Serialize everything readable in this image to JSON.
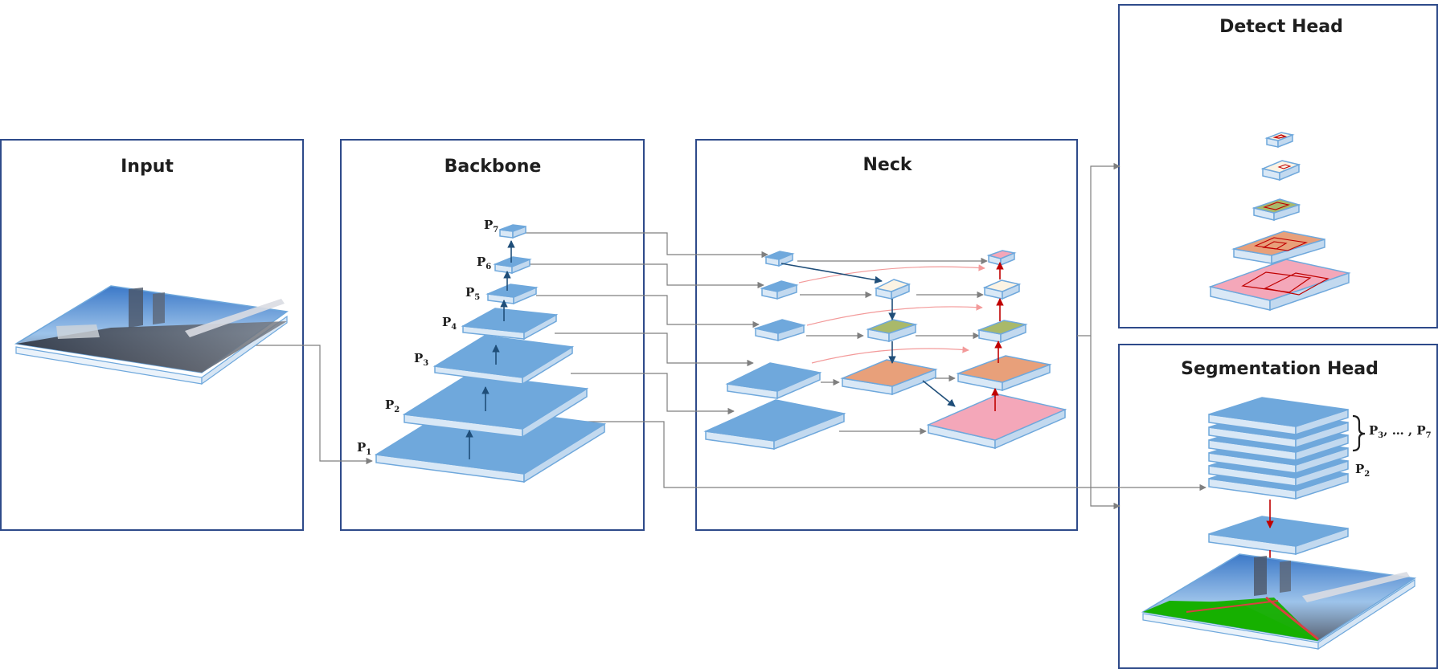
{
  "panels": {
    "input": "Input",
    "backbone": "Backbone",
    "neck": "Neck",
    "detect_head": "Detect Head",
    "segmentation_head": "Segmentation Head"
  },
  "levels": {
    "p1": "P",
    "p1_sub": "1",
    "p2": "P",
    "p2_sub": "2",
    "p3": "P",
    "p3_sub": "3",
    "p4": "P",
    "p4_sub": "4",
    "p5": "P",
    "p5_sub": "5",
    "p6": "P",
    "p6_sub": "6",
    "p7": "P",
    "p7_sub": "7"
  },
  "seg_labels": {
    "range_a": "P",
    "range_a_sub": "3",
    "range_sep": ", … , ",
    "range_b": "P",
    "range_b_sub": "7",
    "p2": "P",
    "p2_sub": "2"
  },
  "colors": {
    "feature_blue": "#6fa8dc",
    "fusion_orange": "#e8a07a",
    "fusion_olive": "#a9b96a",
    "fusion_pink": "#f4a7b9",
    "fusion_cream": "#fbf3e4",
    "panel_border": "#2e4a8a",
    "arrow_blue": "#1f4e79",
    "arrow_red": "#c00000",
    "seg_green": "#16b000"
  }
}
